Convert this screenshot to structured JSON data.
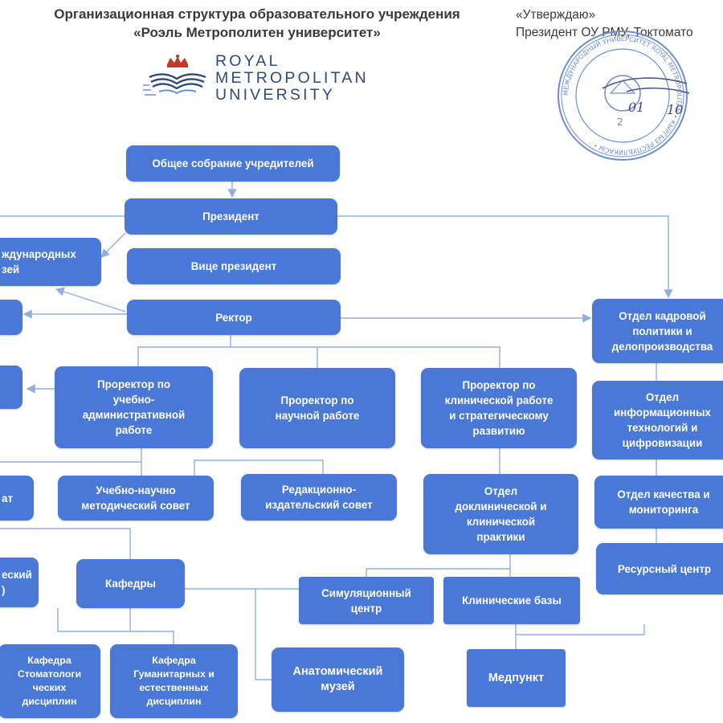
{
  "header": {
    "title_line1": "Организационная структура образовательного учреждения",
    "title_line2": "«Роэль Метрополитен университет»",
    "approve_line1": "«Утверждаю»",
    "approve_line2": "Президент  ОУ РМУ, Токтомато"
  },
  "logo": {
    "line1": "ROYAL",
    "line2": "METROPOLITAN",
    "line3": "UNIVERSITY",
    "brand_color": "#2e4a7d",
    "crown_color": "#c0392b"
  },
  "seal": {
    "ring_text": "МЕЖДУНАРОДНЫЙ УНИВЕРСИТЕТ ROYAL METROPOLITAN • КЫРГЫЗ РЕСПУБЛИКАСЫ •",
    "date_day": "01",
    "date_month": "10",
    "color": "#6d8fd0"
  },
  "colors": {
    "box": "#4a78d6",
    "line": "#8fb0e6",
    "text": "#ffffff"
  },
  "nodes": {
    "general_assembly": "Общее собрание учредителей",
    "president": "Президент",
    "vice_president": "Вице президент",
    "rector": "Ректор",
    "international": "ждународных\nзей",
    "left_small_1": "",
    "left_small_2": "",
    "vr_academic": "Проректор по\nучебно-\nадминистративной\nработе",
    "vr_research": "Проректор по\nнаучной работе",
    "vr_clinical": "Проректор по\nклинической работе\nи стратегическому\nразвитию",
    "hr_dept": "Отдел кадровой\nполитики и\nделопроизводства",
    "it_dept": "Отдел\nинформационных\nтехнологий и\nцифровизации",
    "quality_dept": "Отдел качества и\nмониторинга",
    "resource_center": "Ресурсный центр",
    "left_at": "ат",
    "methodical_council": "Учебно-научно\nметодический совет",
    "editorial_council": "Редакционно-\nиздательский совет",
    "preclinical_dept": "Отдел\nдоклинической и\nклинической\nпрактики",
    "left_cheskiy": "еский\n)",
    "departments": "Кафедры",
    "simulation_center": "Симуляционный\nцентр",
    "clinical_bases": "Клинические базы",
    "dept_dentistry": "Кафедра\nСтоматологи\nческих\nдисциплин",
    "dept_humanities": "Кафедра\nГуманитарных и\nестественных\nдисциплин",
    "anatomy_museum": "Анатомический\nмузей",
    "medpoint": "Медпункт"
  }
}
